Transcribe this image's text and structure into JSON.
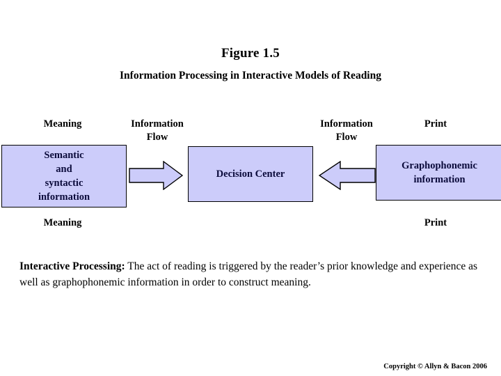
{
  "slide": {
    "title_main": "Figure 1.5",
    "title_sub": "Information Processing in Interactive Models of Reading",
    "background_color": "#ffffff"
  },
  "captions": {
    "meaning_top": "Meaning",
    "information_flow_left": "Information\nFlow",
    "information_flow_right": "Information\nFlow",
    "print_top": "Print",
    "meaning_bottom": "Meaning",
    "print_bottom": "Print"
  },
  "diagram": {
    "box_fill_color": "#ccccfa",
    "box_border_color": "#000000",
    "box_text_color": "#0b0b3b",
    "boxes": [
      {
        "id": "semantic-syntactic",
        "label": "Semantic\nand\nsyntactic\ninformation"
      },
      {
        "id": "decision-center",
        "label": "Decision Center"
      },
      {
        "id": "graphophonemic",
        "label": "Graphophonemic\ninformation"
      }
    ],
    "arrows": [
      {
        "id": "arrow-left-to-center",
        "direction": "right"
      },
      {
        "id": "arrow-right-to-center",
        "direction": "left"
      }
    ]
  },
  "body": {
    "lead": "Interactive Processing:",
    "text": "  The act of reading is triggered by the reader’s prior knowledge and experience as well as graphophonemic information in order to construct meaning."
  },
  "footer": {
    "copyright": "Copyright ©  Allyn & Bacon 2006"
  }
}
